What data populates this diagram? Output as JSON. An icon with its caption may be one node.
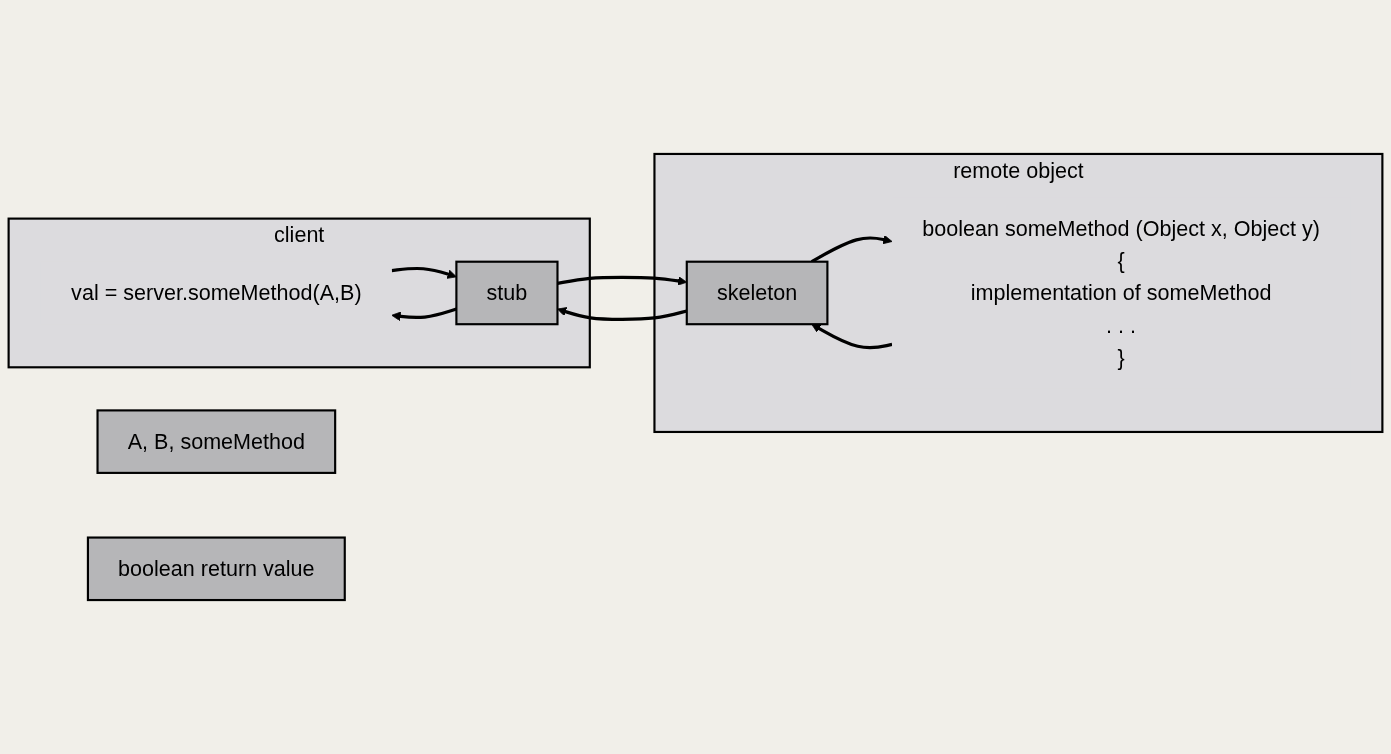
{
  "diagram": {
    "nodes": [
      {
        "text": [
          "client"
        ]
      },
      {
        "text": [
          "val = server.someMethod(A,B)"
        ],
        "in": 0
      },
      {
        "text": [
          "stub"
        ],
        "in": 0
      },
      {
        "text": [
          "remote object"
        ]
      },
      {
        "text": [
          "boolean someMethod (Object x, Object y)",
          "{",
          "implementation of someMethod",
          ". . .",
          "}"
        ],
        "in": 3
      },
      {
        "text": [
          "skeleton"
        ],
        "in": 3
      },
      {
        "text": [
          "A, B, someMethod"
        ]
      },
      {
        "text": [
          "boolean return value"
        ]
      }
    ],
    "edges": [
      {
        "from": 2,
        "to": 1,
        "arrow": "to"
      },
      {
        "from": 1,
        "to": 2,
        "arrow": "to"
      },
      {
        "from": 5,
        "to": 4,
        "arrow": "to"
      },
      {
        "from": 4,
        "to": 5,
        "arrow": "to"
      },
      {
        "from": 2,
        "to": 5,
        "arrow": "to"
      },
      {
        "from": 5,
        "to": 2,
        "arrow": "to"
      }
    ]
  }
}
